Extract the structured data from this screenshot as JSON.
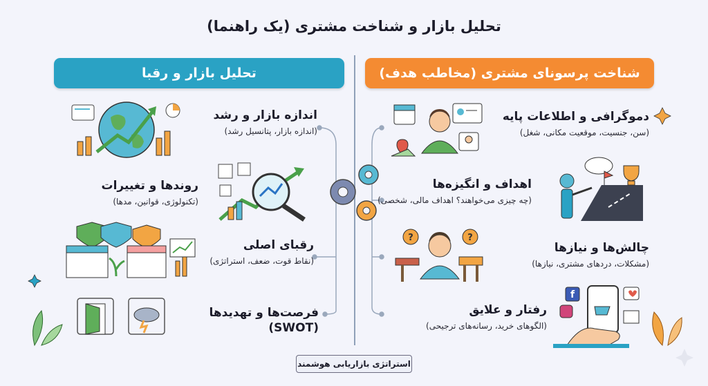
{
  "title": "تحلیل بازار و شناخت مشتری (یک راهنما)",
  "left_panel": {
    "title": "تحلیل بازار و رقبا",
    "items": [
      {
        "heading": "اندازه بازار و رشد",
        "sub": "(اندازه بازار، پتانسیل رشد)"
      },
      {
        "heading": "روندها و تغییرات",
        "sub": "(تکنولوژی، قوانین، مدها)"
      },
      {
        "heading": "رقبای اصلی",
        "sub": "(نقاط قوت، ضعف، استراتژی)"
      },
      {
        "heading": "فرصت‌ها و تهدیدها (SWOT)",
        "sub": ""
      }
    ]
  },
  "right_panel": {
    "title": "شناخت پرسونای مشتری (مخاطب هدف)",
    "items": [
      {
        "heading": "دموگرافی و اطلاعات پایه",
        "sub": "(سن، جنسیت، موقعیت مکانی، شغل)"
      },
      {
        "heading": "اهداف و انگیزه‌ها",
        "sub": "(چه چیزی می‌خواهند؟ اهداف مالی، شخصی)"
      },
      {
        "heading": "چالش‌ها و نیازها",
        "sub": "(مشکلات، دردهای مشتری، نیازها)"
      },
      {
        "heading": "رفتار و علایق",
        "sub": "(الگوهای خرید، رسانه‌های ترجیحی)"
      }
    ]
  },
  "footer": "استراتژی بازاریابی هوشمند",
  "colors": {
    "left_banner": "#2aa2c4",
    "right_banner": "#f48b32",
    "divider": "#8fa0b8"
  },
  "icons": [
    "globe-chart-icon",
    "magnifier-chart-icon",
    "shop-shield-icon",
    "door-storm-icon",
    "gears-icon",
    "persona-id-icon",
    "goal-trophy-icon",
    "confused-person-icon",
    "phone-social-icon"
  ]
}
